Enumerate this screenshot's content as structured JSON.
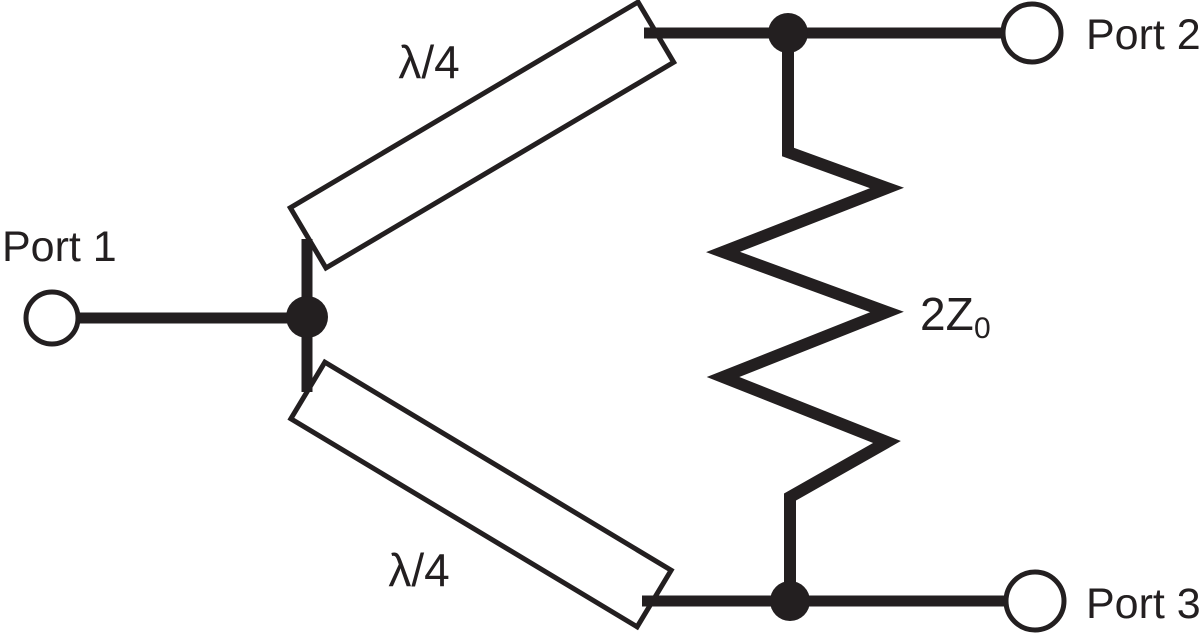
{
  "diagram": {
    "ports": [
      {
        "id": "port1",
        "label": "Port 1"
      },
      {
        "id": "port2",
        "label": "Port 2"
      },
      {
        "id": "port3",
        "label": "Port 3"
      }
    ],
    "transmission_lines": [
      {
        "id": "top",
        "label": "λ/4"
      },
      {
        "id": "bottom",
        "label": "λ/4"
      }
    ],
    "resistor": {
      "label": "2Z",
      "subscript": "0"
    }
  },
  "colors": {
    "ink": "#231f20",
    "background": "#ffffff"
  }
}
